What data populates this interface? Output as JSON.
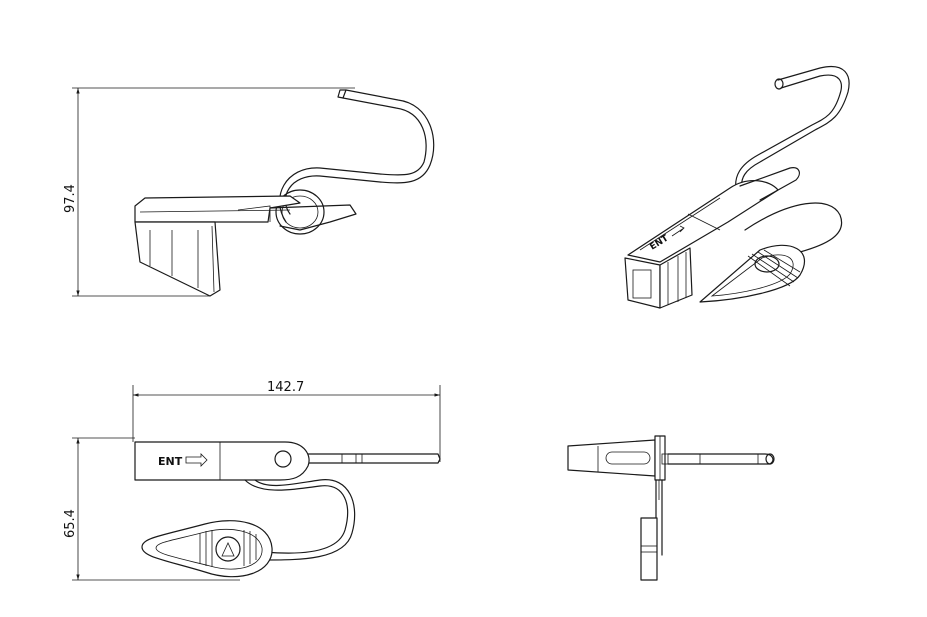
{
  "dimensions": {
    "height": "97.4",
    "length": "142.7",
    "width": "65.4"
  },
  "markings": {
    "logo_text": "ENT"
  }
}
